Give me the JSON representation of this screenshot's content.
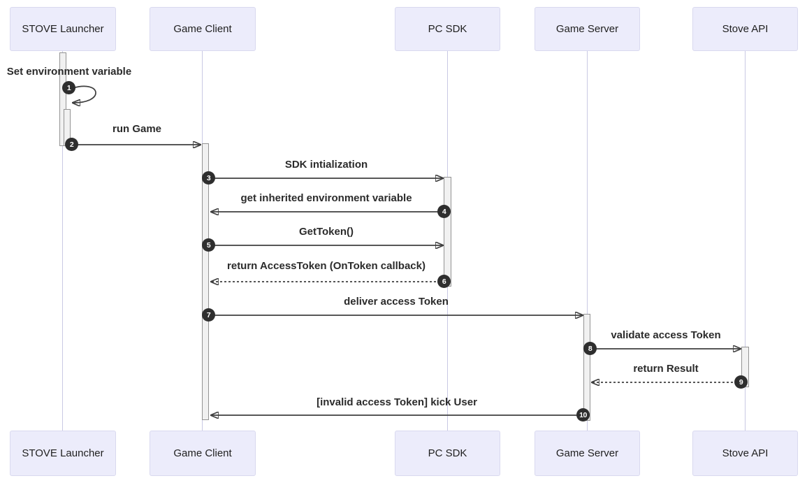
{
  "diagram_type": "sequence-diagram",
  "colors": {
    "background": "#ffffff",
    "actor_box_fill": "#ececfb",
    "actor_box_border": "#d9d9ef",
    "lifeline": "#c9c9e4",
    "activation_fill": "#f1f1f1",
    "activation_border": "#939393",
    "arrow": "#3f3f3f",
    "number_badge_fill": "#2e2e2e",
    "number_badge_text": "#ffffff",
    "message_text": "#2b2b2b"
  },
  "actors": [
    {
      "name": "STOVE Launcher"
    },
    {
      "name": "Game Client"
    },
    {
      "name": "PC SDK"
    },
    {
      "name": "Game Server"
    },
    {
      "name": "Stove API"
    }
  ],
  "messages": [
    {
      "num": "1",
      "label": "Set environment variable",
      "from": "STOVE Launcher",
      "to": "STOVE Launcher",
      "line": "self"
    },
    {
      "num": "2",
      "label": "run Game",
      "from": "STOVE Launcher",
      "to": "Game Client",
      "line": "solid"
    },
    {
      "num": "3",
      "label": "SDK intialization",
      "from": "Game Client",
      "to": "PC SDK",
      "line": "solid"
    },
    {
      "num": "4",
      "label": "get inherited environment variable",
      "from": "PC SDK",
      "to": "Game Client",
      "line": "solid"
    },
    {
      "num": "5",
      "label": "GetToken()",
      "from": "Game Client",
      "to": "PC SDK",
      "line": "solid"
    },
    {
      "num": "6",
      "label": "return AccessToken (OnToken callback)",
      "from": "PC SDK",
      "to": "Game Client",
      "line": "dotted"
    },
    {
      "num": "7",
      "label": "deliver access Token",
      "from": "Game Client",
      "to": "Game Server",
      "line": "solid"
    },
    {
      "num": "8",
      "label": "validate access Token",
      "from": "Game Server",
      "to": "Stove API",
      "line": "solid"
    },
    {
      "num": "9",
      "label": "return Result",
      "from": "Stove API",
      "to": "Game Server",
      "line": "dotted"
    },
    {
      "num": "10",
      "label": "[invalid access Token] kick User",
      "from": "Game Server",
      "to": "Game Client",
      "line": "solid"
    }
  ]
}
